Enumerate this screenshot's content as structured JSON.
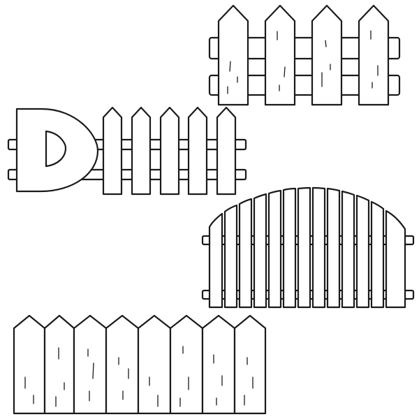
{
  "image": {
    "background_color": "#ffffff",
    "line_color": "#1a1a1a",
    "subjects": [
      {
        "name": "pointed-picket-fence-top-right",
        "pickets": 4,
        "rails": 2
      },
      {
        "name": "picket-fence-with-d-shaped-post",
        "pickets": 5,
        "rails": 2
      },
      {
        "name": "arched-picket-fence",
        "pickets": 13,
        "rails": 2
      },
      {
        "name": "wide-pointed-board-fence",
        "boards": 8
      }
    ]
  }
}
